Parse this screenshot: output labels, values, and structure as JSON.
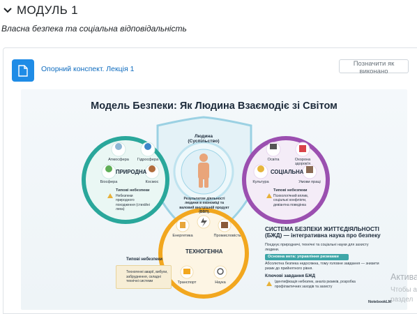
{
  "module": {
    "title": "МОДУЛЬ 1",
    "subtitle": "Власна безпека та соціальна відповідальність"
  },
  "activity": {
    "link_label": "Опорний конспект. Лекція 1",
    "mark_done_label": "Позначити як виконано",
    "icon": "document-icon"
  },
  "infographic": {
    "title": "Модель Безпеки: Як Людина Взаємодіє зі Світом",
    "center": {
      "label": "Людина (Суспільство)",
      "caption": "Результатом діяльності людини в економіці та валовий внутрішній продукт (ВВП)."
    },
    "nature": {
      "label": "ПРИРОДНА",
      "items": [
        "Атмосфера",
        "Гідросфера",
        "Біосфера",
        "Космос"
      ],
      "hazard_title": "Типові небезпеки",
      "hazard_text": "Небезпеки природного походження (стихійні лиха)"
    },
    "social": {
      "label": "СОЦІАЛЬНА",
      "items": [
        "Освіта",
        "Охорона здоров'я",
        "Культура",
        "Умови праці"
      ],
      "hazard_title": "Типові небезпеки",
      "hazard_text": "Психологічний вплив, соціальні конфлікти, девіантна поведінка"
    },
    "technogenic": {
      "label": "ТЕХНОГЕННА",
      "items": [
        "Енергетика",
        "Промисловість",
        "Транспорт",
        "Наука"
      ],
      "hazard_title": "Типові небезпеки",
      "hazard_text": "Техногенні аварії, вибухи, забруднення, складні технічні системи"
    },
    "bjd": {
      "title": "СИСТЕМА БЕЗПЕКИ ЖИТТЄДІЯЛЬНОСТІ (БЖД) — інтегративна наука про безпеку",
      "desc": "Поєднує природничі, технічні та соціальні науки для захисту людини.",
      "goal": "Основна мета: управління ризиками",
      "goal_desc": "Абсолютна безпека недосяжна, тому головне завдання — знизити ризик до прийнятного рівня.",
      "tasks_title": "Ключові завдання БЖД",
      "tasks_desc": "Ідентифікація небезпек, аналіз ризиків, розробка профілактичних заходів та захисту"
    },
    "brand": "NotebookLM"
  },
  "watermark": {
    "line1": "Актива",
    "line2": "Чтобы а",
    "line3": "раздел"
  },
  "colors": {
    "accent_blue": "#1f8ce6",
    "link": "#0f6cbf",
    "nature_ring": "#2aa79b",
    "social_ring": "#9b4fb0",
    "tech_ring": "#f2a71f",
    "center_ring": "#5db8d8"
  }
}
